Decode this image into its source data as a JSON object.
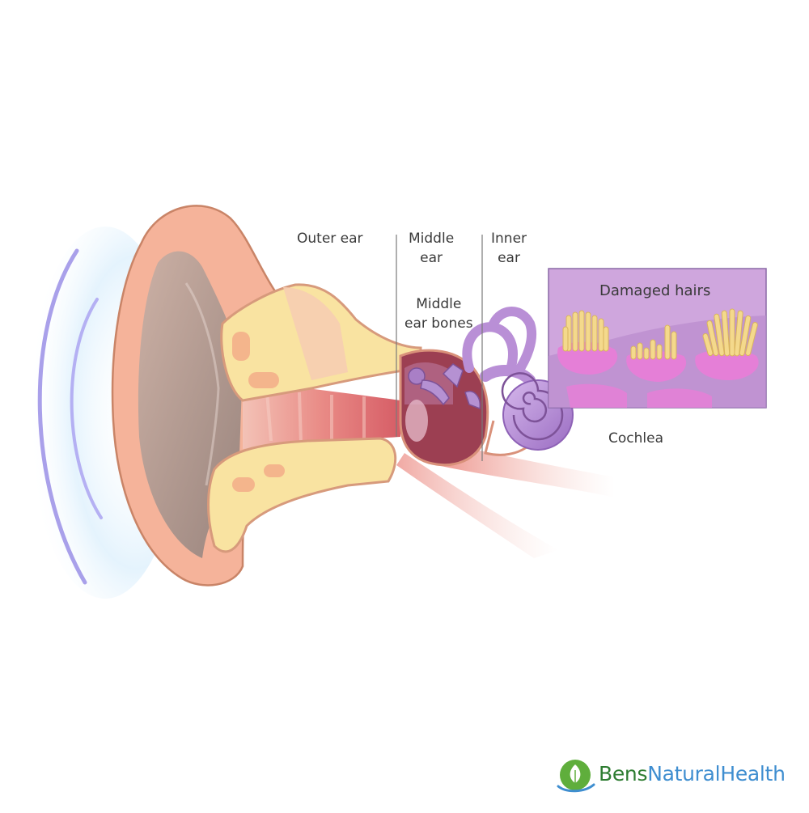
{
  "labels": {
    "outer_ear": "Outer ear",
    "middle_ear": [
      "Middle",
      "ear"
    ],
    "inner_ear": [
      "Inner",
      "ear"
    ],
    "middle_ear_bones": [
      "Middle",
      "ear bones"
    ],
    "damaged_hairs": "Damaged hairs",
    "cochlea": "Cochlea"
  },
  "logo": {
    "part1": "Bens",
    "part2": "NaturalHealth",
    "icon": "leaf-droplet-icon"
  },
  "colors": {
    "skin": "#f5b39a",
    "skin_outline": "#c98467",
    "cartilage": "#f9e3a1",
    "canal": "#e88e8a",
    "inner_ear": "#b98fd6",
    "inset_bg": "#cfa6dd",
    "hair_color": "#f4d98c",
    "logo_green": "#2e7d32",
    "logo_blue": "#3f8ed0"
  }
}
